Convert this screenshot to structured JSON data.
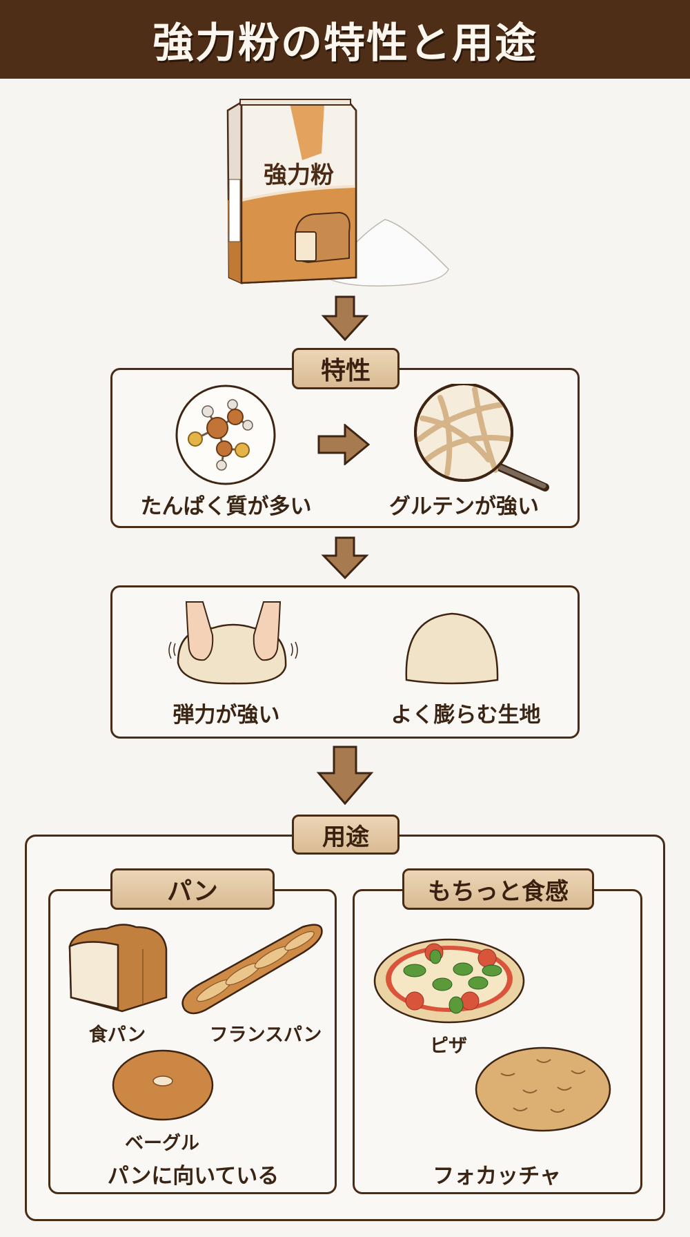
{
  "title": "強力粉の特性と用途",
  "bag": {
    "label": "強力粉",
    "icon": "flour-bag-icon"
  },
  "characteristics": {
    "tag": "特性",
    "items": [
      {
        "label": "たんぱく質が多い",
        "icon": "protein-molecule-icon"
      },
      {
        "label": "グルテンが強い",
        "icon": "gluten-magnifier-icon"
      }
    ]
  },
  "dough": {
    "items": [
      {
        "label": "弾力が強い",
        "icon": "kneading-hands-icon"
      },
      {
        "label": "よく膨らむ生地",
        "icon": "dough-ball-icon"
      }
    ]
  },
  "uses": {
    "tag": "用途",
    "bread": {
      "tag": "パン",
      "items": [
        {
          "label": "食パン",
          "icon": "loaf-bread-icon"
        },
        {
          "label": "フランスパン",
          "icon": "baguette-icon"
        },
        {
          "label": "ベーグル",
          "icon": "bagel-icon"
        }
      ],
      "note": "パンに向いている"
    },
    "chewy": {
      "tag": "もちっと食感",
      "items": [
        {
          "label": "ピザ",
          "icon": "pizza-icon"
        },
        {
          "label": "フォカッチャ",
          "icon": "focaccia-icon"
        }
      ]
    }
  },
  "colors": {
    "header_bg": "#4e2e17",
    "outline": "#4a2c16",
    "tag_fill": "#e2c8a2",
    "arrow_fill": "#a77b4f",
    "background": "#f7f5f1"
  }
}
